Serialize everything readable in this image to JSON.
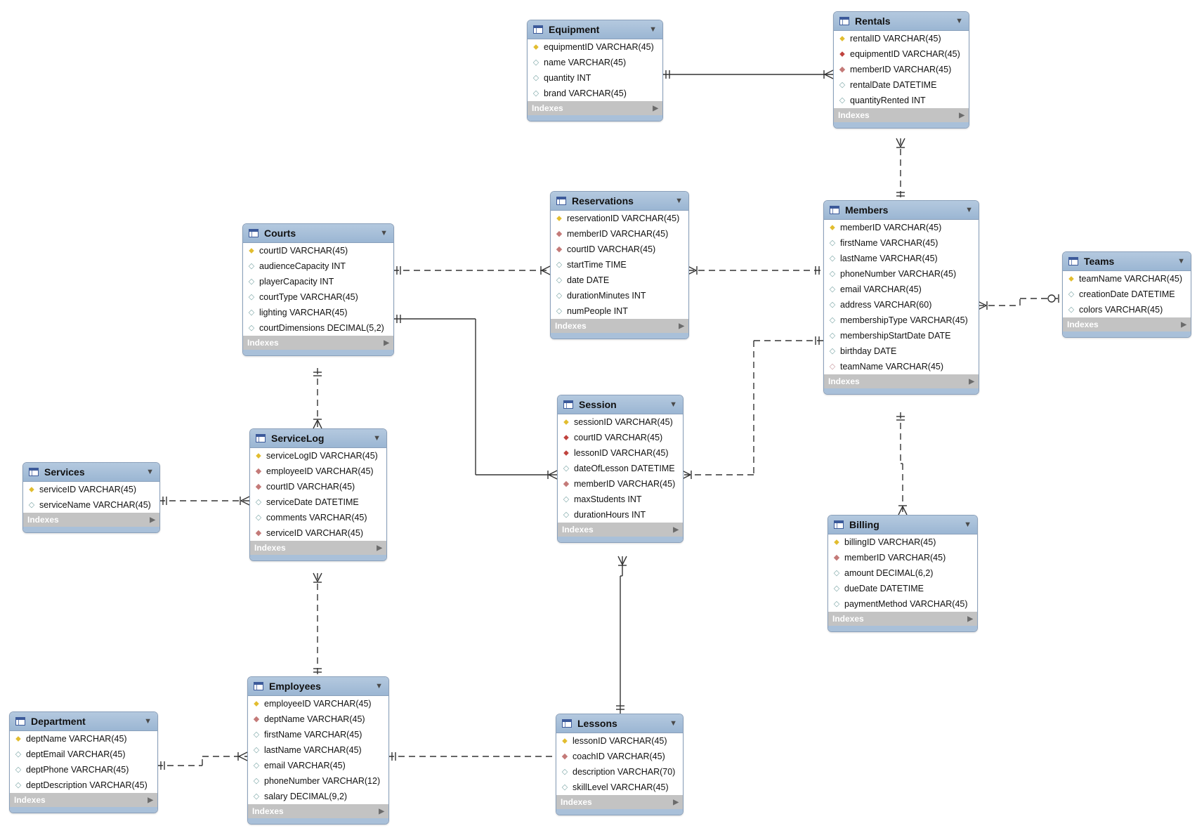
{
  "indexes_label": "Indexes",
  "entities": {
    "equipment": {
      "name": "Equipment",
      "columns": [
        {
          "text": "equipmentID VARCHAR(45)",
          "kind": "pk"
        },
        {
          "text": "name VARCHAR(45)",
          "kind": "col"
        },
        {
          "text": "quantity INT",
          "kind": "col"
        },
        {
          "text": "brand VARCHAR(45)",
          "kind": "col"
        }
      ]
    },
    "rentals": {
      "name": "Rentals",
      "columns": [
        {
          "text": "rentalID VARCHAR(45)",
          "kind": "pk"
        },
        {
          "text": "equipmentID VARCHAR(45)",
          "kind": "fkpk"
        },
        {
          "text": "memberID VARCHAR(45)",
          "kind": "fk"
        },
        {
          "text": "rentalDate DATETIME",
          "kind": "col"
        },
        {
          "text": "quantityRented INT",
          "kind": "col"
        }
      ]
    },
    "reservations": {
      "name": "Reservations",
      "columns": [
        {
          "text": "reservationID VARCHAR(45)",
          "kind": "pk"
        },
        {
          "text": "memberID VARCHAR(45)",
          "kind": "fk"
        },
        {
          "text": "courtID VARCHAR(45)",
          "kind": "fk"
        },
        {
          "text": "startTime TIME",
          "kind": "col"
        },
        {
          "text": "date DATE",
          "kind": "col"
        },
        {
          "text": "durationMinutes INT",
          "kind": "col"
        },
        {
          "text": "numPeople INT",
          "kind": "col"
        }
      ]
    },
    "courts": {
      "name": "Courts",
      "columns": [
        {
          "text": "courtID VARCHAR(45)",
          "kind": "pk"
        },
        {
          "text": "audienceCapacity INT",
          "kind": "col"
        },
        {
          "text": "playerCapacity INT",
          "kind": "col"
        },
        {
          "text": "courtType VARCHAR(45)",
          "kind": "col"
        },
        {
          "text": "lighting VARCHAR(45)",
          "kind": "col"
        },
        {
          "text": "courtDimensions DECIMAL(5,2)",
          "kind": "col"
        }
      ]
    },
    "members": {
      "name": "Members",
      "columns": [
        {
          "text": "memberID VARCHAR(45)",
          "kind": "pk"
        },
        {
          "text": "firstName VARCHAR(45)",
          "kind": "col"
        },
        {
          "text": "lastName VARCHAR(45)",
          "kind": "col"
        },
        {
          "text": "phoneNumber VARCHAR(45)",
          "kind": "col"
        },
        {
          "text": "email VARCHAR(45)",
          "kind": "col"
        },
        {
          "text": "address VARCHAR(60)",
          "kind": "col"
        },
        {
          "text": "membershipType VARCHAR(45)",
          "kind": "col"
        },
        {
          "text": "membershipStartDate DATE",
          "kind": "col"
        },
        {
          "text": "birthday DATE",
          "kind": "col"
        },
        {
          "text": "teamName VARCHAR(45)",
          "kind": "colh"
        }
      ]
    },
    "teams": {
      "name": "Teams",
      "columns": [
        {
          "text": "teamName VARCHAR(45)",
          "kind": "pk"
        },
        {
          "text": "creationDate DATETIME",
          "kind": "col"
        },
        {
          "text": "colors VARCHAR(45)",
          "kind": "col"
        }
      ]
    },
    "session": {
      "name": "Session",
      "columns": [
        {
          "text": "sessionID VARCHAR(45)",
          "kind": "pk"
        },
        {
          "text": "courtID VARCHAR(45)",
          "kind": "fkpk"
        },
        {
          "text": "lessonID VARCHAR(45)",
          "kind": "fkpk"
        },
        {
          "text": "dateOfLesson DATETIME",
          "kind": "col"
        },
        {
          "text": "memberID VARCHAR(45)",
          "kind": "fk"
        },
        {
          "text": "maxStudents INT",
          "kind": "col"
        },
        {
          "text": "durationHours INT",
          "kind": "col"
        }
      ]
    },
    "servicelog": {
      "name": "ServiceLog",
      "columns": [
        {
          "text": "serviceLogID VARCHAR(45)",
          "kind": "pk"
        },
        {
          "text": "employeeID VARCHAR(45)",
          "kind": "fk"
        },
        {
          "text": "courtID VARCHAR(45)",
          "kind": "fk"
        },
        {
          "text": "serviceDate DATETIME",
          "kind": "col"
        },
        {
          "text": "comments VARCHAR(45)",
          "kind": "col"
        },
        {
          "text": "serviceID VARCHAR(45)",
          "kind": "fk"
        }
      ]
    },
    "services": {
      "name": "Services",
      "columns": [
        {
          "text": "serviceID VARCHAR(45)",
          "kind": "pk"
        },
        {
          "text": "serviceName VARCHAR(45)",
          "kind": "col"
        }
      ]
    },
    "billing": {
      "name": "Billing",
      "columns": [
        {
          "text": "billingID VARCHAR(45)",
          "kind": "pk"
        },
        {
          "text": "memberID VARCHAR(45)",
          "kind": "fk"
        },
        {
          "text": "amount DECIMAL(6,2)",
          "kind": "col"
        },
        {
          "text": "dueDate DATETIME",
          "kind": "col"
        },
        {
          "text": "paymentMethod VARCHAR(45)",
          "kind": "col"
        }
      ]
    },
    "department": {
      "name": "Department",
      "columns": [
        {
          "text": "deptName VARCHAR(45)",
          "kind": "pk"
        },
        {
          "text": "deptEmail VARCHAR(45)",
          "kind": "col"
        },
        {
          "text": "deptPhone VARCHAR(45)",
          "kind": "col"
        },
        {
          "text": "deptDescription VARCHAR(45)",
          "kind": "col"
        }
      ]
    },
    "employees": {
      "name": "Employees",
      "columns": [
        {
          "text": "employeeID VARCHAR(45)",
          "kind": "pk"
        },
        {
          "text": "deptName VARCHAR(45)",
          "kind": "fk"
        },
        {
          "text": "firstName VARCHAR(45)",
          "kind": "col"
        },
        {
          "text": "lastName VARCHAR(45)",
          "kind": "col"
        },
        {
          "text": "email VARCHAR(45)",
          "kind": "col"
        },
        {
          "text": "phoneNumber VARCHAR(12)",
          "kind": "col"
        },
        {
          "text": "salary DECIMAL(9,2)",
          "kind": "col"
        }
      ]
    },
    "lessons": {
      "name": "Lessons",
      "columns": [
        {
          "text": "lessonID VARCHAR(45)",
          "kind": "pk"
        },
        {
          "text": "coachID VARCHAR(45)",
          "kind": "fk"
        },
        {
          "text": "description VARCHAR(70)",
          "kind": "col"
        },
        {
          "text": "skillLevel VARCHAR(45)",
          "kind": "col"
        }
      ]
    }
  },
  "relationships": [
    {
      "from": "Equipment",
      "to": "Rentals",
      "cardinality": "one-to-many",
      "identifying": true
    },
    {
      "from": "Members",
      "to": "Rentals",
      "cardinality": "one-to-many",
      "identifying": false
    },
    {
      "from": "Courts",
      "to": "Reservations",
      "cardinality": "one-to-many",
      "identifying": false
    },
    {
      "from": "Members",
      "to": "Reservations",
      "cardinality": "one-to-many",
      "identifying": false
    },
    {
      "from": "Teams",
      "to": "Members",
      "cardinality": "zero-or-one-to-many",
      "identifying": false
    },
    {
      "from": "Courts",
      "to": "Session",
      "cardinality": "one-to-many",
      "identifying": true
    },
    {
      "from": "Members",
      "to": "Session",
      "cardinality": "one-to-many",
      "identifying": false
    },
    {
      "from": "Courts",
      "to": "ServiceLog",
      "cardinality": "one-to-many",
      "identifying": false
    },
    {
      "from": "Services",
      "to": "ServiceLog",
      "cardinality": "one-to-many",
      "identifying": false
    },
    {
      "from": "Employees",
      "to": "ServiceLog",
      "cardinality": "one-to-many",
      "identifying": false
    },
    {
      "from": "Members",
      "to": "Billing",
      "cardinality": "one-to-many",
      "identifying": false
    },
    {
      "from": "Department",
      "to": "Employees",
      "cardinality": "one-to-many",
      "identifying": false
    },
    {
      "from": "Employees",
      "to": "Lessons",
      "cardinality": "one-to-many",
      "identifying": false
    },
    {
      "from": "Lessons",
      "to": "Session",
      "cardinality": "one-to-many",
      "identifying": true
    }
  ]
}
